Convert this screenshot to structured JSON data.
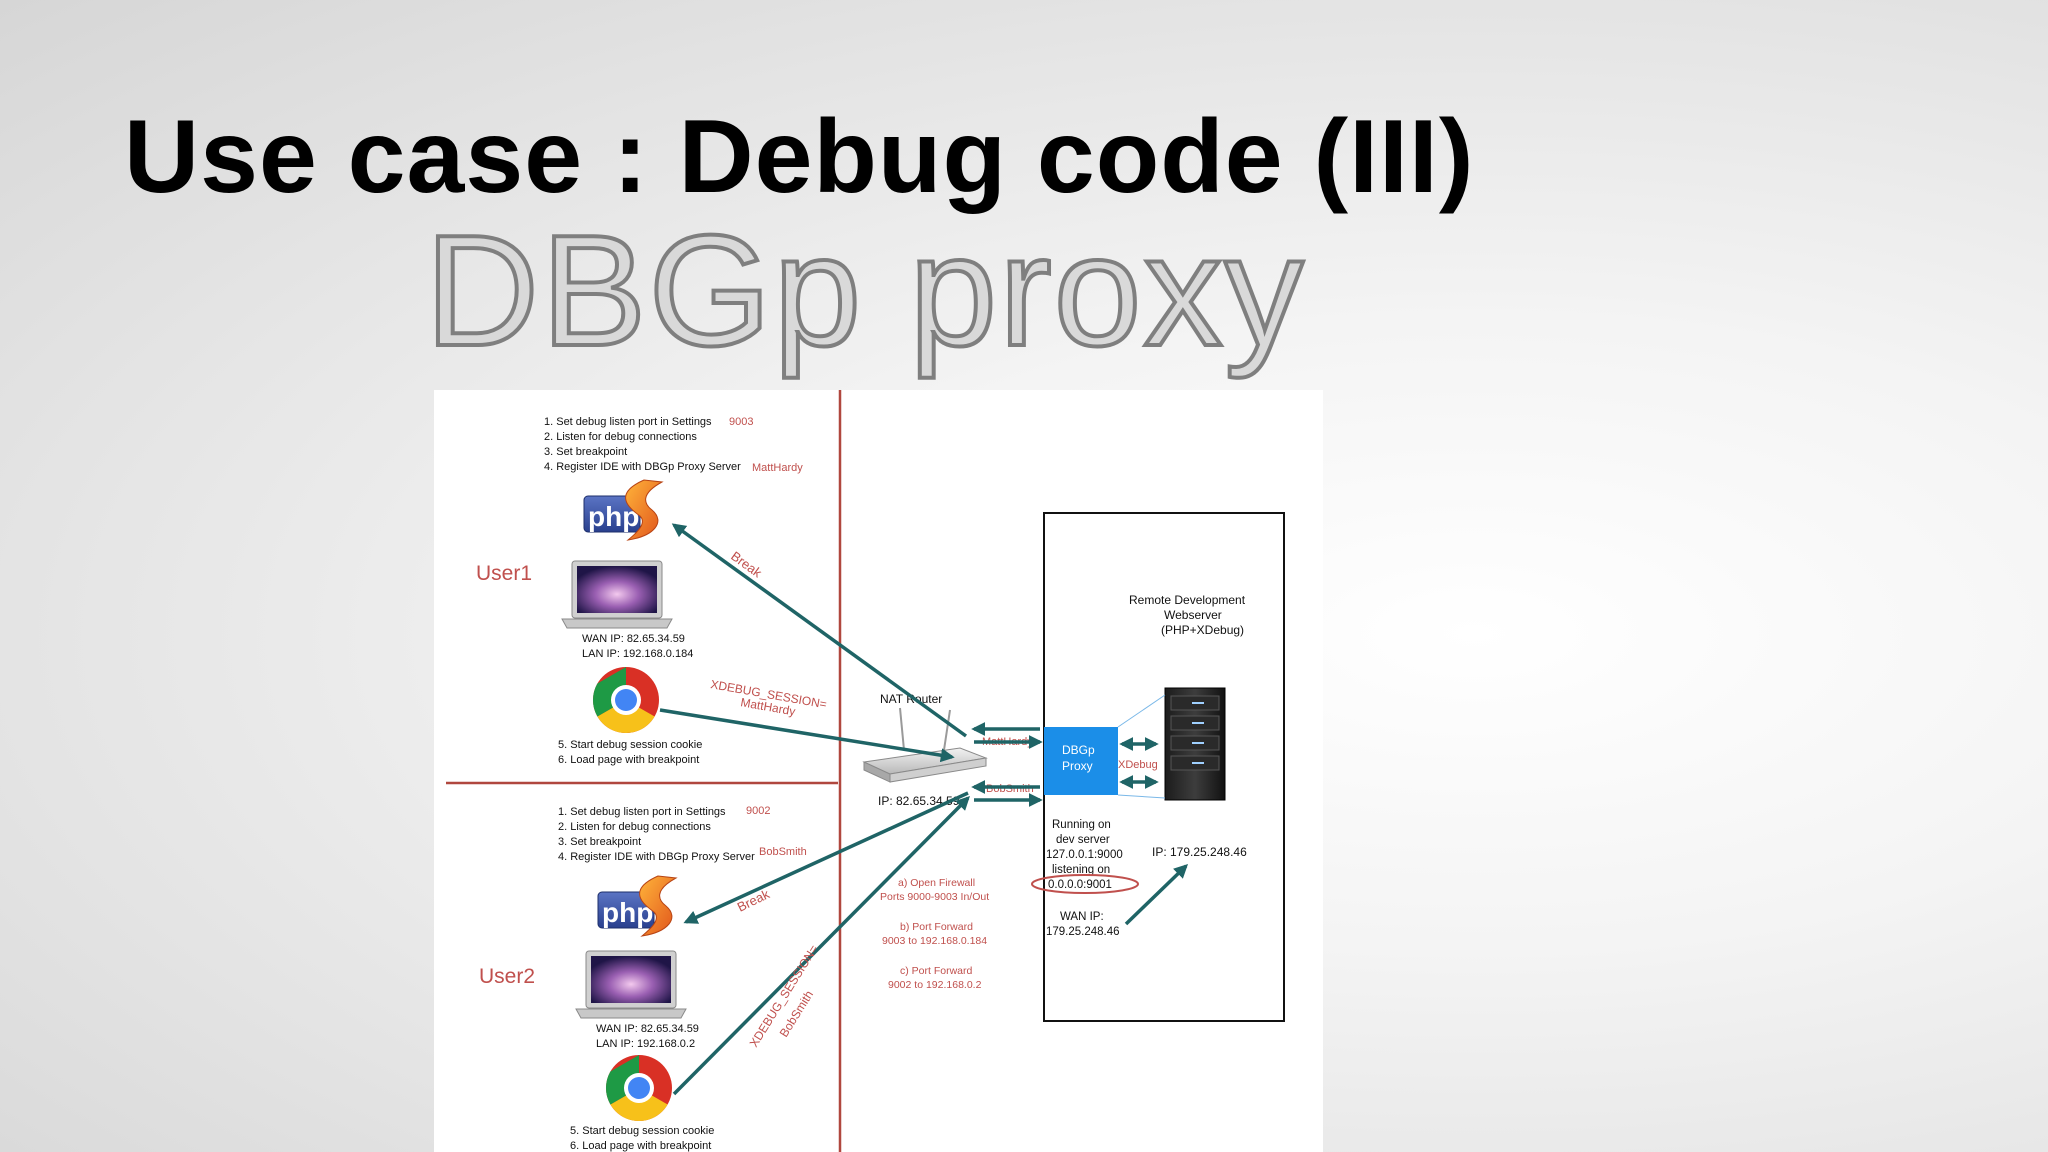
{
  "slide": {
    "title": "Use case : Debug code (III)",
    "subtitle": "DBGp proxy"
  },
  "user1": {
    "name": "User1",
    "steps": [
      "1. Set debug listen port in Settings",
      "2. Listen for debug connections",
      "3. Set breakpoint",
      "4. Register IDE with DBGp Proxy Server"
    ],
    "port": "9003",
    "ide_key": "MattHardy",
    "wan_ip": "WAN IP:  82.65.34.59",
    "lan_ip": "LAN IP:  192.168.0.184",
    "browser_steps": [
      "5. Start debug session cookie",
      "6. Load page with breakpoint"
    ],
    "break_label": "Break",
    "session_label": [
      "XDEBUG_SESSION=",
      "MattHardy"
    ]
  },
  "user2": {
    "name": "User2",
    "steps": [
      "1. Set debug listen port in Settings",
      "2. Listen for debug connections",
      "3. Set breakpoint",
      "4. Register IDE with DBGp Proxy Server"
    ],
    "port": "9002",
    "ide_key": "BobSmith",
    "wan_ip": "WAN IP:  82.65.34.59",
    "lan_ip": "LAN IP:  192.168.0.2",
    "browser_steps": [
      "5. Start debug session cookie",
      "6. Load page with breakpoint"
    ],
    "break_label": "Break",
    "session_label": [
      "XDEBUG_SESSION=",
      "BobSmith"
    ]
  },
  "router": {
    "name": "NAT Router",
    "ip": "IP: 82.65.34.59",
    "notes": [
      "a) Open Firewall",
      "Ports 9000-9003 In/Out",
      "b) Port Forward",
      "9003 to 192.168.0.184",
      "c) Port Forward",
      "9002 to 192.168.0.2"
    ],
    "label_user1": "MattHardy",
    "label_user2": "BobSmith"
  },
  "server": {
    "title": [
      "Remote Development",
      "Webserver",
      "(PHP+XDebug)"
    ],
    "proxy": [
      "DBGp",
      "Proxy"
    ],
    "xdebug_label": "XDebug",
    "ip": "IP: 179.25.248.46",
    "running": [
      "Running on",
      "dev server",
      "127.0.0.1:9000",
      "listening on",
      "0.0.0.0:9001"
    ],
    "wan": [
      "WAN IP:",
      "179.25.248.46"
    ]
  },
  "logos": {
    "php": "php"
  },
  "colors": {
    "arrow": "#1f6466",
    "annotation": "#c0504d",
    "divider": "#b0473e",
    "proxy": "#1b8ee8"
  }
}
